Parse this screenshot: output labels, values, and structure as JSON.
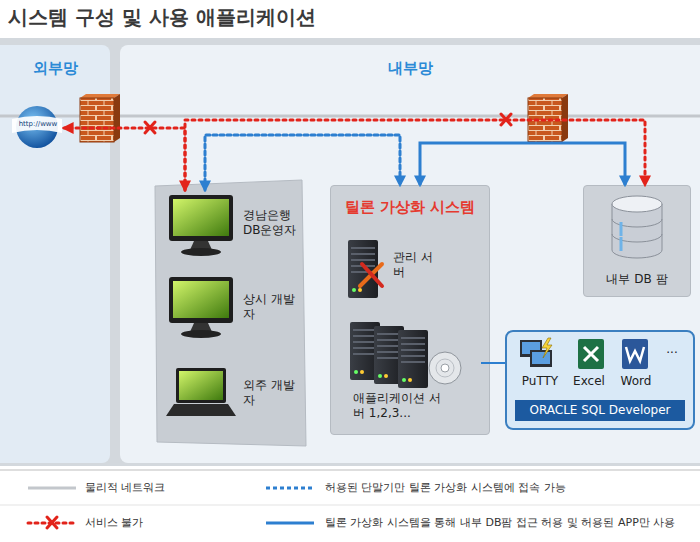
{
  "diagram": {
    "title": "시스템 구성 및 사용 애플리케이션",
    "nodes": [
      {
        "text": [
          "외부망"
        ]
      },
      {
        "text": [
          "http://www"
        ],
        "in": 0
      },
      {
        "text": [
          "내부망"
        ]
      },
      {
        "text": [
          "경남은행 DB운영자"
        ],
        "in": 2
      },
      {
        "text": [
          "상시 개발자"
        ],
        "in": 2
      },
      {
        "text": [
          "외주 개발자"
        ],
        "in": 2
      },
      {
        "text": [
          "틸론 가상화 시스템"
        ],
        "in": 2
      },
      {
        "text": [
          "관리 서버"
        ],
        "in": 6
      },
      {
        "text": [
          "애플리케이션 서버 1,2,3..."
        ],
        "in": 6
      },
      {
        "text": [
          "내부 DB 팜"
        ],
        "in": 2
      },
      {
        "text": [
          "PuTTY",
          "Excel",
          "Word",
          "...",
          "ORACLE SQL Developer"
        ],
        "in": 2
      }
    ],
    "edges": [
      {
        "from": 3,
        "to": 1,
        "arrow": "to"
      },
      {
        "from": 3,
        "to": 9,
        "arrow": "both"
      },
      {
        "from": 3,
        "to": 6,
        "arrow": "both"
      },
      {
        "from": 6,
        "to": 9,
        "arrow": "both"
      },
      {
        "from": 8,
        "to": 10,
        "arrow": "none"
      }
    ],
    "legend": [
      {
        "text": "물리적 네트워크"
      },
      {
        "text": "허용된 단말기만 틸론 가상화 시스템에 접속 가능"
      },
      {
        "text": "서비스 불가"
      },
      {
        "text": "틸론 가상화 시스템을 통해 내부 DB팜 접근 허용 및 허용된 APP만 사용"
      }
    ]
  }
}
